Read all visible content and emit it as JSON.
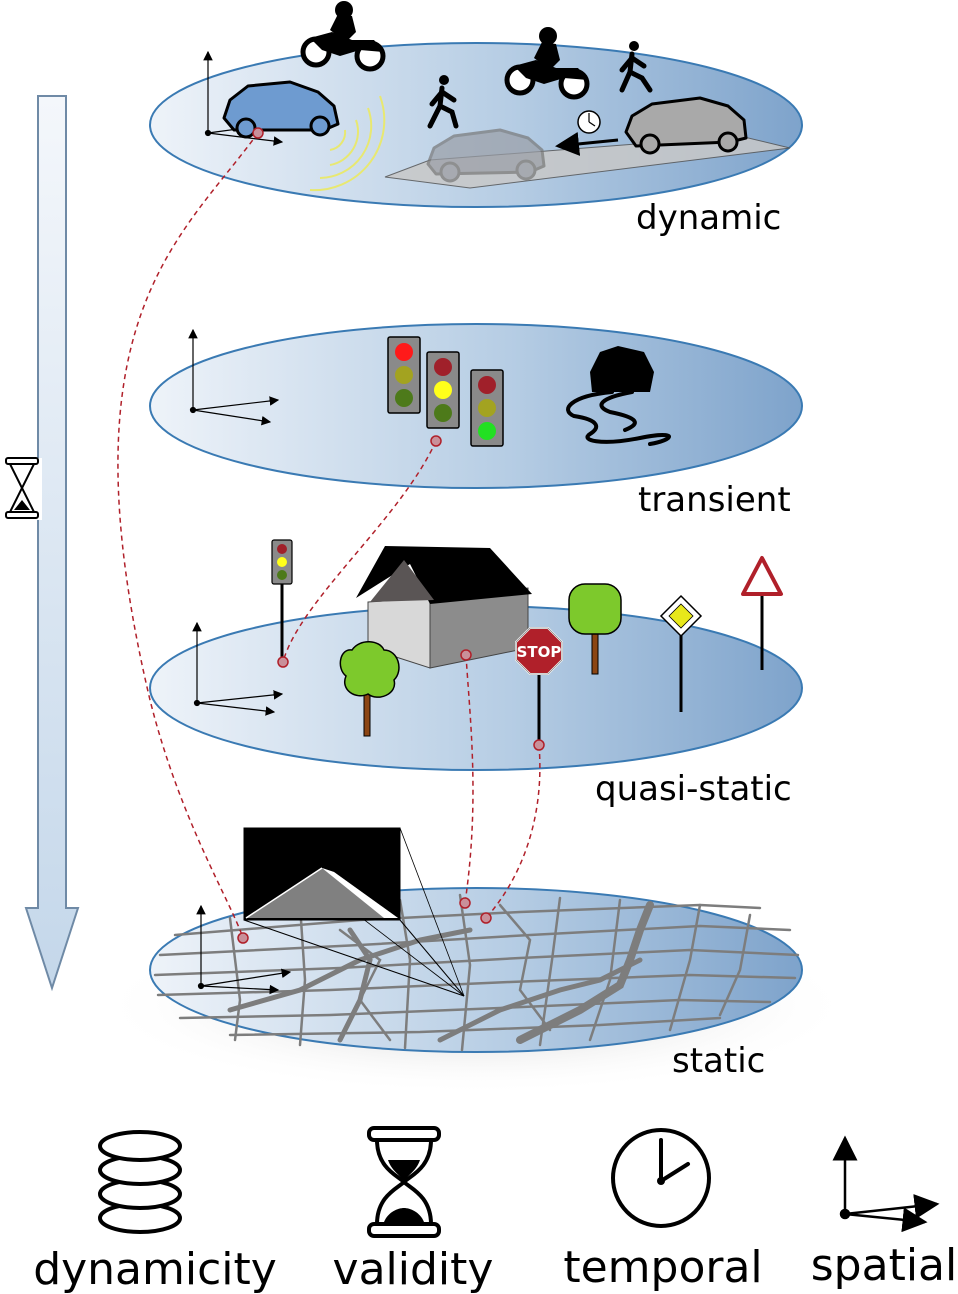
{
  "layers": {
    "dynamic": {
      "label": "dynamic"
    },
    "transient": {
      "label": "transient"
    },
    "quasi_static": {
      "label": "quasi-static"
    },
    "static": {
      "label": "static"
    }
  },
  "signs": {
    "stop_text": "STOP"
  },
  "legend": {
    "dynamicity": "dynamicity",
    "validity": "validity",
    "temporal": "temporal",
    "spatial": "spatial"
  },
  "colors": {
    "disc_light": "#e6eef7",
    "disc_dark": "#7ea3cb",
    "disc_edge": "#3a7ab3",
    "link": "#b0202a",
    "leaf": "#7dc92c",
    "trunk": "#8b4513",
    "sign_red": "#b0202a"
  }
}
